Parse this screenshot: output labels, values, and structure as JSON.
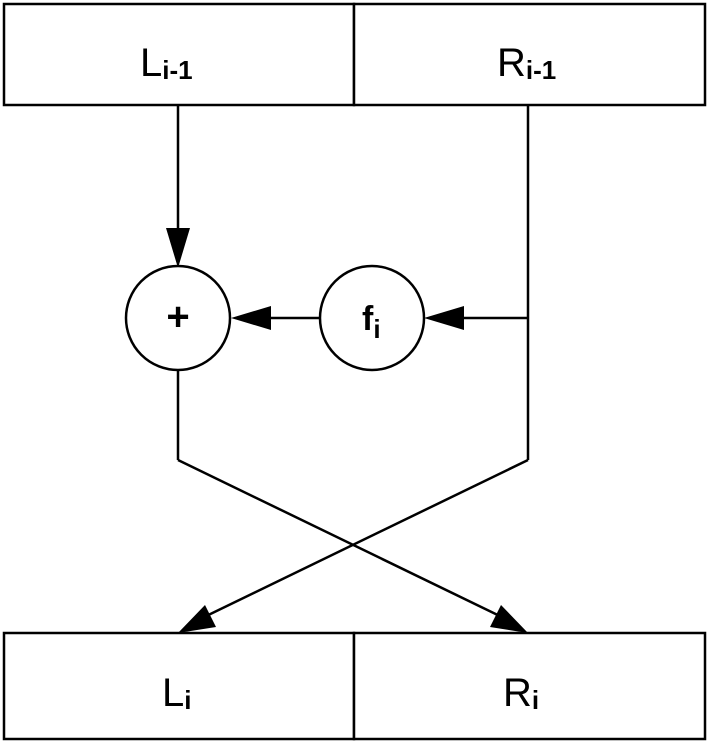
{
  "top_row": {
    "left": {
      "main": "L",
      "sub": "i-1"
    },
    "right": {
      "main": "R",
      "sub": "i-1"
    }
  },
  "bottom_row": {
    "left": {
      "main": "L",
      "sub": "i"
    },
    "right": {
      "main": "R",
      "sub": "i"
    }
  },
  "xor_node": {
    "symbol": "+"
  },
  "function_node": {
    "main": "f",
    "sub": "i"
  },
  "colors": {
    "stroke": "#000000",
    "fill": "#ffffff"
  }
}
